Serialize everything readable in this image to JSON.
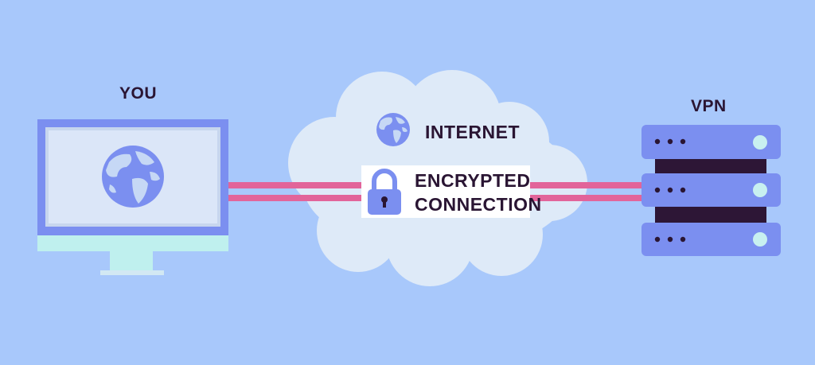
{
  "diagram": {
    "you_label": "YOU",
    "internet_label": "INTERNET",
    "vpn_label": "VPN",
    "encrypted_line1": "ENCRYPTED",
    "encrypted_line2": "CONNECTION"
  },
  "colors": {
    "background": "#a8c8fb",
    "monitor_frame": "#7b8ff0",
    "monitor_screen": "#dbe6f8",
    "monitor_base": "#bff0ee",
    "cloud": "#deeaf8",
    "tunnel": "#e2649a",
    "server_body": "#7b8ff0",
    "server_back": "#2d1636",
    "lock": "#7b8ff0",
    "globe_ocean": "#7b8ff0",
    "globe_land": "#c6d8f5",
    "text": "#2a1533"
  },
  "icons": {
    "you": "monitor-icon",
    "internet": "globe-icon",
    "connection": "lock-icon",
    "vpn": "server-stack-icon"
  }
}
